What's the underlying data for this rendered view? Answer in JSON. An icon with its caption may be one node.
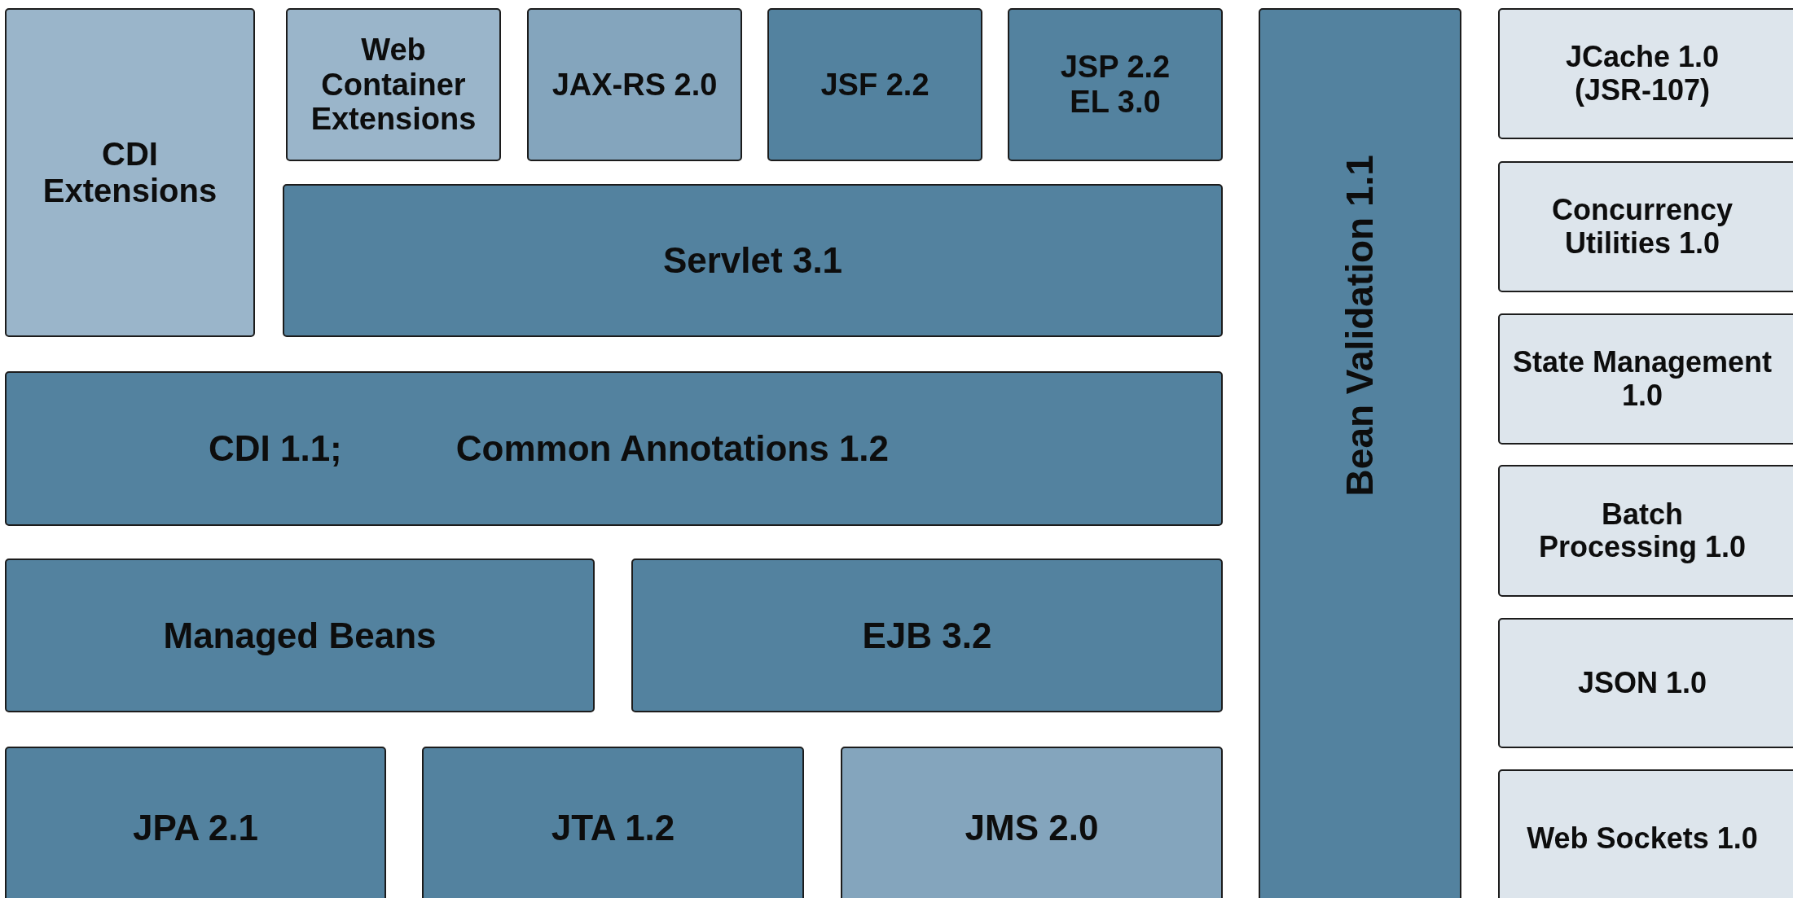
{
  "diagram": {
    "nodes": [
      {
        "text": [
          "CDI Extensions"
        ]
      },
      {
        "text": [
          "Web Container Extensions"
        ]
      },
      {
        "text": [
          "JAX-RS 2.0"
        ]
      },
      {
        "text": [
          "JSF 2.2"
        ]
      },
      {
        "text": [
          "JSP 2.2",
          "EL 3.0"
        ]
      },
      {
        "text": [
          "Servlet 3.1"
        ]
      },
      {
        "text": [
          "CDI 1.1;",
          "Common Annotations 1.2"
        ]
      },
      {
        "text": [
          "Managed Beans"
        ]
      },
      {
        "text": [
          "EJB 3.2"
        ]
      },
      {
        "text": [
          "JPA 2.1"
        ]
      },
      {
        "text": [
          "JTA 1.2"
        ]
      },
      {
        "text": [
          "JMS 2.0"
        ]
      },
      {
        "text": [
          "Bean Validation 1.1"
        ]
      },
      {
        "text": [
          "JCache 1.0 (JSR-107)"
        ]
      },
      {
        "text": [
          "Concurrency Utilities 1.0"
        ]
      },
      {
        "text": [
          "State Management 1.0"
        ]
      },
      {
        "text": [
          "Batch Processing 1.0"
        ]
      },
      {
        "text": [
          "JSON 1.0"
        ]
      },
      {
        "text": [
          "Web Sockets 1.0"
        ]
      }
    ]
  }
}
